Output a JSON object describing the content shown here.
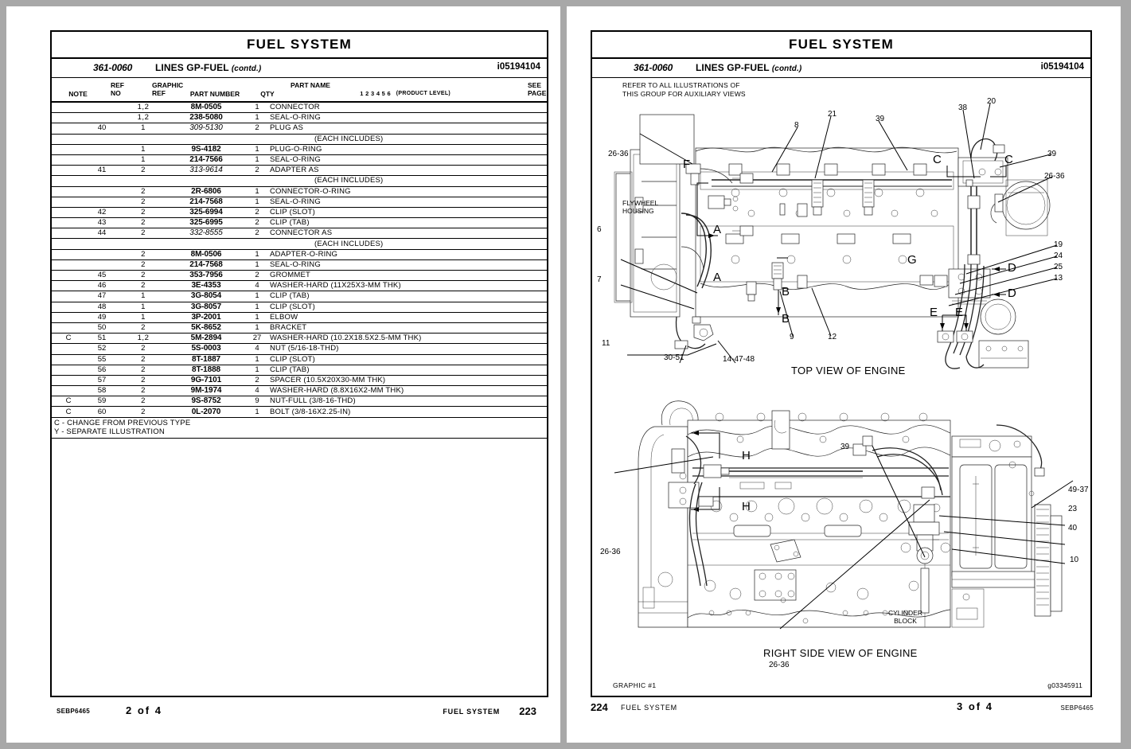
{
  "document": {
    "title": "FUEL SYSTEM",
    "group_number": "361-0060",
    "group_name": "LINES GP-FUEL",
    "contd": "(contd.)",
    "media_code": "i05194104"
  },
  "left_page": {
    "columns": {
      "note": "NOTE",
      "ref": "REF",
      "ref2": "NO",
      "graphic": "GRAPHIC",
      "graphic2": "REF",
      "part_number": "PART NUMBER",
      "qty": "QTY",
      "part_name": "PART NAME",
      "product_level_digits": "1  2  3  4  5  6",
      "product_level": "(PRODUCT LEVEL)",
      "see": "SEE",
      "page": "PAGE"
    },
    "rows": [
      {
        "note": "",
        "ref": "",
        "gref": "1,2",
        "pn": "8M-0505",
        "italic": false,
        "qty": "1",
        "name": "CONNECTOR",
        "indent": false
      },
      {
        "note": "",
        "ref": "",
        "gref": "1,2",
        "pn": "238-5080",
        "italic": false,
        "qty": "1",
        "name": "SEAL-O-RING",
        "indent": false
      },
      {
        "note": "",
        "ref": "40",
        "gref": "1",
        "pn": "309-5130",
        "italic": true,
        "qty": "2",
        "name": "PLUG AS",
        "indent": false
      },
      {
        "note": "",
        "ref": "",
        "gref": "",
        "pn": "",
        "italic": false,
        "qty": "",
        "name": "(EACH INCLUDES)",
        "indent": true
      },
      {
        "note": "",
        "ref": "",
        "gref": "1",
        "pn": "9S-4182",
        "italic": false,
        "qty": "1",
        "name": "PLUG-O-RING",
        "indent": false
      },
      {
        "note": "",
        "ref": "",
        "gref": "1",
        "pn": "214-7566",
        "italic": false,
        "qty": "1",
        "name": "SEAL-O-RING",
        "indent": false
      },
      {
        "note": "",
        "ref": "41",
        "gref": "2",
        "pn": "313-9614",
        "italic": true,
        "qty": "2",
        "name": "ADAPTER AS",
        "indent": false
      },
      {
        "note": "",
        "ref": "",
        "gref": "",
        "pn": "",
        "italic": false,
        "qty": "",
        "name": "(EACH INCLUDES)",
        "indent": true
      },
      {
        "note": "",
        "ref": "",
        "gref": "2",
        "pn": "2R-6806",
        "italic": false,
        "qty": "1",
        "name": "CONNECTOR-O-RING",
        "indent": false
      },
      {
        "note": "",
        "ref": "",
        "gref": "2",
        "pn": "214-7568",
        "italic": false,
        "qty": "1",
        "name": "SEAL-O-RING",
        "indent": false
      },
      {
        "note": "",
        "ref": "42",
        "gref": "2",
        "pn": "325-6994",
        "italic": false,
        "qty": "2",
        "name": "CLIP  (SLOT)",
        "indent": false
      },
      {
        "note": "",
        "ref": "43",
        "gref": "2",
        "pn": "325-6995",
        "italic": false,
        "qty": "2",
        "name": "CLIP  (TAB)",
        "indent": false
      },
      {
        "note": "",
        "ref": "44",
        "gref": "2",
        "pn": "332-8555",
        "italic": true,
        "qty": "2",
        "name": "CONNECTOR AS",
        "indent": false
      },
      {
        "note": "",
        "ref": "",
        "gref": "",
        "pn": "",
        "italic": false,
        "qty": "",
        "name": "(EACH INCLUDES)",
        "indent": true
      },
      {
        "note": "",
        "ref": "",
        "gref": "2",
        "pn": "8M-0506",
        "italic": false,
        "qty": "1",
        "name": "ADAPTER-O-RING",
        "indent": false
      },
      {
        "note": "",
        "ref": "",
        "gref": "2",
        "pn": "214-7568",
        "italic": false,
        "qty": "1",
        "name": "SEAL-O-RING",
        "indent": false
      },
      {
        "note": "",
        "ref": "45",
        "gref": "2",
        "pn": "353-7956",
        "italic": false,
        "qty": "2",
        "name": "GROMMET",
        "indent": false
      },
      {
        "note": "",
        "ref": "46",
        "gref": "2",
        "pn": "3E-4353",
        "italic": false,
        "qty": "4",
        "name": "WASHER-HARD  (11X25X3-MM THK)",
        "indent": false
      },
      {
        "note": "",
        "ref": "47",
        "gref": "1",
        "pn": "3G-8054",
        "italic": false,
        "qty": "1",
        "name": "CLIP  (TAB)",
        "indent": false
      },
      {
        "note": "",
        "ref": "48",
        "gref": "1",
        "pn": "3G-8057",
        "italic": false,
        "qty": "1",
        "name": "CLIP  (SLOT)",
        "indent": false
      },
      {
        "note": "",
        "ref": "49",
        "gref": "1",
        "pn": "3P-2001",
        "italic": false,
        "qty": "1",
        "name": "ELBOW",
        "indent": false
      },
      {
        "note": "",
        "ref": "50",
        "gref": "2",
        "pn": "5K-8652",
        "italic": false,
        "qty": "1",
        "name": "BRACKET",
        "indent": false
      },
      {
        "note": "C",
        "ref": "51",
        "gref": "1,2",
        "pn": "5M-2894",
        "italic": false,
        "qty": "27",
        "name": "WASHER-HARD  (10.2X18.5X2.5-MM THK)",
        "indent": false
      },
      {
        "note": "",
        "ref": "52",
        "gref": "2",
        "pn": "5S-0003",
        "italic": false,
        "qty": "4",
        "name": "NUT  (5/16-18-THD)",
        "indent": false
      },
      {
        "note": "",
        "ref": "55",
        "gref": "2",
        "pn": "8T-1887",
        "italic": false,
        "qty": "1",
        "name": "CLIP  (SLOT)",
        "indent": false
      },
      {
        "note": "",
        "ref": "56",
        "gref": "2",
        "pn": "8T-1888",
        "italic": false,
        "qty": "1",
        "name": "CLIP  (TAB)",
        "indent": false
      },
      {
        "note": "",
        "ref": "57",
        "gref": "2",
        "pn": "9G-7101",
        "italic": false,
        "qty": "2",
        "name": "SPACER  (10.5X20X30-MM THK)",
        "indent": false
      },
      {
        "note": "",
        "ref": "58",
        "gref": "2",
        "pn": "9M-1974",
        "italic": false,
        "qty": "4",
        "name": "WASHER-HARD  (8.8X16X2-MM THK)",
        "indent": false
      },
      {
        "note": "C",
        "ref": "59",
        "gref": "2",
        "pn": "9S-8752",
        "italic": false,
        "qty": "9",
        "name": "NUT-FULL  (3/8-16-THD)",
        "indent": false
      },
      {
        "note": "C",
        "ref": "60",
        "gref": "2",
        "pn": "0L-2070",
        "italic": false,
        "qty": "1",
        "name": "BOLT  (3/8-16X2.25-IN)",
        "indent": false
      }
    ],
    "legend": [
      "C - CHANGE FROM PREVIOUS TYPE",
      "Y - SEPARATE ILLUSTRATION"
    ],
    "footer": {
      "manual_code": "SEBP6465",
      "page_of": "2  of  4",
      "system": "FUEL  SYSTEM",
      "page_number": "223"
    }
  },
  "right_page": {
    "refer_note_line1": "REFER TO ALL ILLUSTRATIONS OF",
    "refer_note_line2": "THIS GROUP FOR AUXILIARY VIEWS",
    "top_view_caption": "TOP VIEW OF ENGINE",
    "bottom_view_caption": "RIGHT SIDE VIEW OF ENGINE",
    "graphic_label": "GRAPHIC #1",
    "graphic_code": "g03345911",
    "top_view_labels": {
      "flywheel_housing_l1": "FLYWHEEL",
      "flywheel_housing_l2": "HOUSING",
      "n_26_36_left": "26-36",
      "n_8": "8",
      "n_21": "21",
      "n_39_top": "39",
      "n_38": "38",
      "n_20": "20",
      "n_39_right": "39",
      "n_26_36_right": "26-36",
      "n_6": "6",
      "n_7": "7",
      "n_11": "11",
      "n_19": "19",
      "n_24": "24",
      "n_25": "25",
      "n_13": "13",
      "n_9": "9",
      "n_12": "12",
      "n_30_51": "30-51",
      "n_14_47_48": "14-47-48",
      "sec_A1": "A",
      "sec_A2": "A",
      "sec_B1": "B",
      "sec_B2": "B",
      "sec_C1": "C",
      "sec_C2": "C",
      "sec_D1": "D",
      "sec_D2": "D",
      "sec_E1": "E",
      "sec_E2": "E",
      "sec_F": "F",
      "sec_G": "G"
    },
    "bottom_view_labels": {
      "n_39": "39",
      "n_49_37": "49-37",
      "n_23": "23",
      "n_40": "40",
      "n_10": "10",
      "n_26_36_left": "26-36",
      "n_26_36_center": "26-36",
      "cyl_block_l1": "CYLINDER",
      "cyl_block_l2": "BLOCK",
      "sec_H1": "H",
      "sec_H2": "H"
    },
    "footer": {
      "page_number": "224",
      "system": "FUEL  SYSTEM",
      "page_of": "3  of  4",
      "manual_code": "SEBP6465"
    }
  }
}
